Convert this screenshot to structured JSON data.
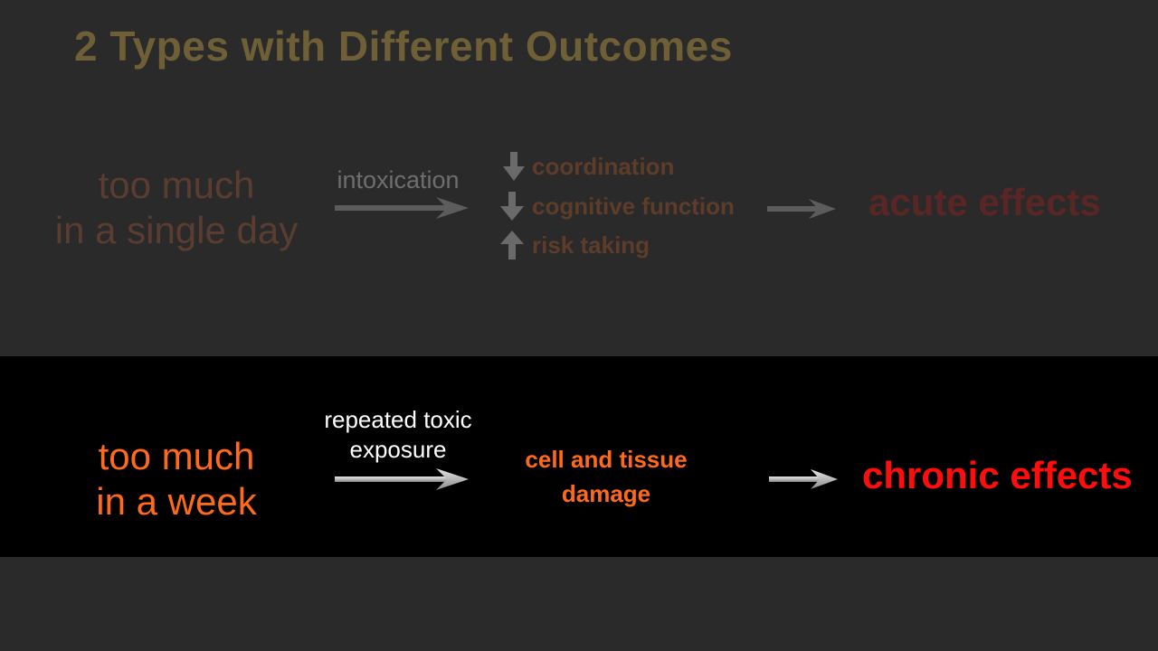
{
  "slide": {
    "title": "2 Types with Different Outcomes"
  },
  "acute": {
    "cause_line1": "too much",
    "cause_line2": "in a single day",
    "arrow_label": "intoxication",
    "effects": [
      {
        "direction": "down",
        "label": "coordination"
      },
      {
        "direction": "down",
        "label": "cognitive function"
      },
      {
        "direction": "up",
        "label": "risk taking"
      }
    ],
    "result": "acute effects"
  },
  "chronic": {
    "cause_line1": "too much",
    "cause_line2": "in a week",
    "arrow_label": "repeated toxic exposure",
    "mechanism": "cell and tissue damage",
    "result": "chronic effects"
  },
  "colors": {
    "background": "#2a2a2a",
    "band": "#000000",
    "title": "#6f5f36",
    "chronic_accent": "#ff6a1a",
    "chronic_result": "#ff0d0d"
  }
}
